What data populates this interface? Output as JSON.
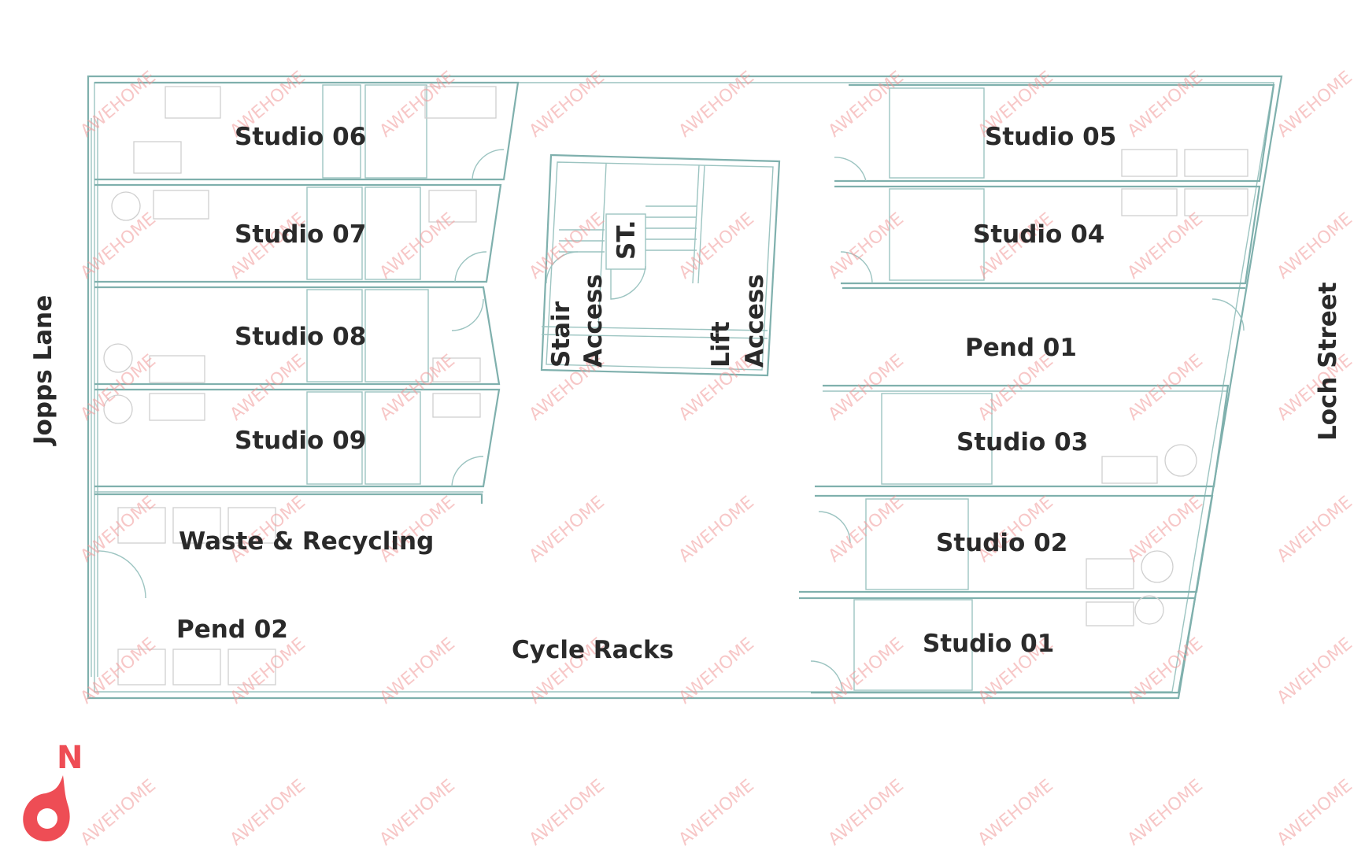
{
  "rooms": {
    "studio_06": "Studio 06",
    "studio_07": "Studio 07",
    "studio_08": "Studio 08",
    "studio_09": "Studio 09",
    "studio_05": "Studio 05",
    "studio_04": "Studio 04",
    "studio_03": "Studio 03",
    "studio_02": "Studio 02",
    "studio_01": "Studio 01",
    "waste": "Waste & Recycling",
    "pend_02": "Pend 02",
    "pend_01": "Pend 01",
    "cycle_racks": "Cycle Racks",
    "stair_1": "Stair",
    "stair_2": "Access",
    "lift_1": "Lift",
    "lift_2": "Access",
    "st": "ST."
  },
  "streets": {
    "west": "Jopps Lane",
    "east": "Loch Street"
  },
  "compass": {
    "label": "N",
    "color": "#ee4d55"
  },
  "watermark": "AWEHOME",
  "colors": {
    "wall": "#7fb0ad",
    "text": "#2a2a2a"
  }
}
